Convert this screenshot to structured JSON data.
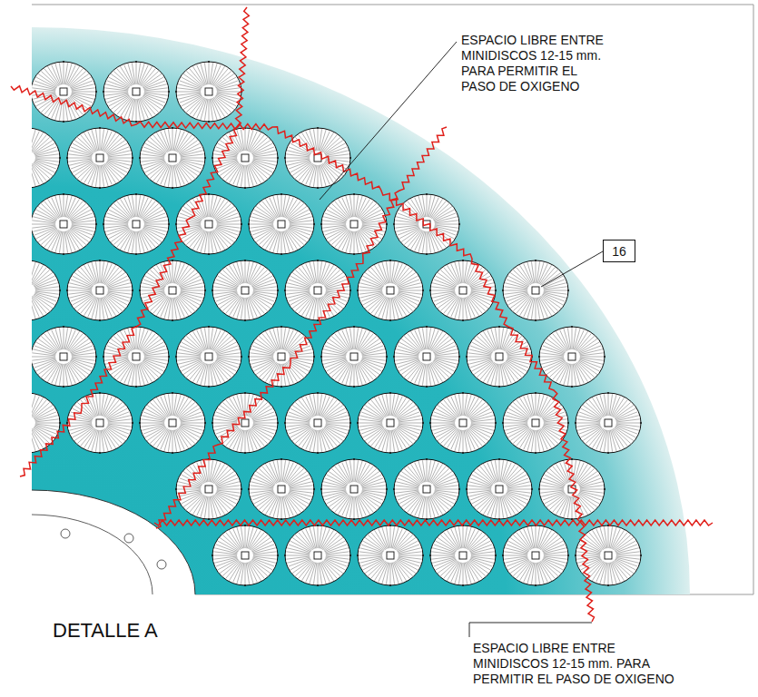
{
  "diagram": {
    "nodes": [
      {
        "text": [
          "16"
        ]
      }
    ],
    "labels": [
      "ESPACIO LIBRE ENTRE MINIDISCOS 12-15 mm. PARA PERMITIR EL PASO DE OXIGENO",
      "ESPACIO LIBRE ENTRE MINIDISCOS 12-15 mm. PARA PERMITIR EL PASO DE OXIGENO",
      "DETALLE A"
    ]
  }
}
